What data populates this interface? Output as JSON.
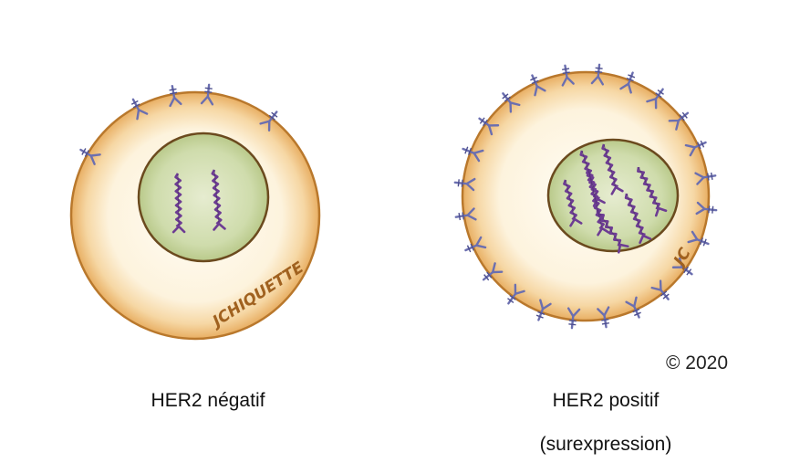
{
  "cells": [
    {
      "id": "negative",
      "caption": "HER2 négatif",
      "signature": "JCHIQUETTE",
      "receptor_count": 5,
      "nuclear_gene_copies": 2
    },
    {
      "id": "positive",
      "caption": "HER2 positif",
      "caption_line2": "(surexpression)",
      "signature": "JC",
      "receptor_count": 24,
      "nuclear_gene_copies": 7
    }
  ],
  "copyright": "© 2020",
  "colors": {
    "membrane": "#c78a3a",
    "cytoplasm_edge": "#e9b777",
    "cytoplasm_inner": "#fdf7ea",
    "nucleus": "#c9d6a6",
    "nucleus_edge": "#6b4a1e",
    "receptor": "#6b6fb0",
    "gene": "#6d3c93",
    "signature": "#a0611f"
  }
}
